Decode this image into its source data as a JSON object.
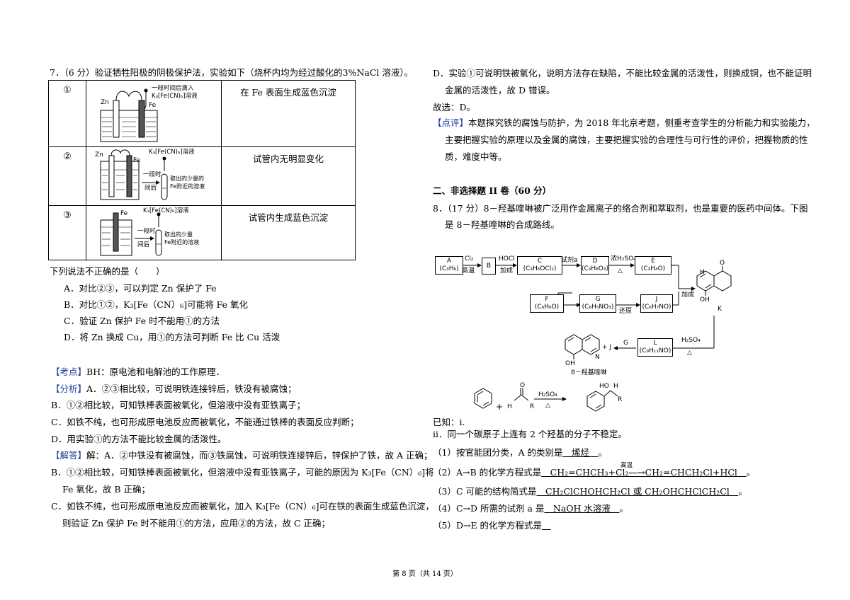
{
  "left": {
    "q7_title": "7．（6 分）验证牺牲阳极的阴极保护法，实验如下（烧杯内均为经过酸化的3%NaCl 溶液）。",
    "rows": [
      {
        "num": "①",
        "result": "在 Fe 表面生成蓝色沉淀"
      },
      {
        "num": "②",
        "result": "试管内无明显变化"
      },
      {
        "num": "③",
        "result": "试管内生成蓝色沉淀"
      }
    ],
    "fig1": {
      "zn": "Zn",
      "fe": "Fe",
      "drop1": "一段时间后滴入",
      "drop2": "K₃[Fe(CN)₆]溶液"
    },
    "fig2": {
      "zn": "Zn",
      "fe": "Fe",
      "reagent": "K₃[Fe(CN)₆]溶液",
      "arrow1": "一段时",
      "arrow2": "间后",
      "take1": "取出的少量的",
      "take2": "Fe附近的溶液"
    },
    "fig3": {
      "fe": "Fe",
      "reagent": "K₃[Fe(CN)₆]溶液",
      "arrow1": "一段时",
      "arrow2": "间后",
      "take1": "取出的少量",
      "take2": "Fe附近的溶液"
    },
    "question": "下列说法不正确的是（　　）",
    "opt_a": "A．对比②③，可以判定 Zn 保护了 Fe",
    "opt_b": "B．对比①②，K₃[Fe（CN）₆]可能将 Fe 氧化",
    "opt_c": "C．验证 Zn 保护 Fe 时不能用①的方法",
    "opt_d": "D．将 Zn 换成 Cu，用①的方法可判断 Fe 比 Cu 活泼",
    "kaodian_tag": "【考点】",
    "kaodian_text": "BH：原电池和电解池的工作原理．",
    "fenxi_tag": "【分析】",
    "fenxi_a": "A．②③相比较，可说明铁连接锌后，铁没有被腐蚀；",
    "fenxi_b": "B．①②相比较，可知铁棒表面被氧化，但溶液中没有亚铁离子；",
    "fenxi_c": "C．如铁不纯，也可形成原电池反应而被氧化，不能通过铁棒的表面反应判断；",
    "fenxi_d": "D．用实验①的方法不能比较金属的活泼性。",
    "jieda_tag": "【解答】",
    "jieda_a": "解：A．②中铁没有被腐蚀，而③铁腐蚀，可说明铁连接锌后，锌保护了铁，故 A 正确；",
    "jieda_b1": "B．①②相比较，可知铁棒表面被氧化，但溶液中没有亚铁离子，可能的原因为 K₃[Fe（CN）₆]将",
    "jieda_b2": "Fe 氧化，故 B 正确；",
    "jieda_c1": "C．如铁不纯，也可形成原电池反应而被氧化，加入 K₃[Fe（CN）₆]可在铁的表面生成蓝色沉淀，",
    "jieda_c2": "则验证 Zn 保护 Fe 时不能用①的方法，应用②的方法，故 C 正确；"
  },
  "right": {
    "d1": "D．实验①可说明铁被氧化，说明方法存在缺陷，不能比较金属的活泼性，则换成铜，也不能证明",
    "d2": "金属的活泼性，故 D 错误。",
    "answer": "故选：D。",
    "dianping_tag": "【点评】",
    "dianping1": "本题探究铁的腐蚀与防护，为 2018 年北京考题，侧重考查学生的分析能力和实验能力，",
    "dianping2": "主要把握实验的原理以及金属的腐蚀，主要把握实验的合理性与可行性的评价，把握物质的性",
    "dianping3": "质，难度中等。",
    "section": "二、非选择题 II 卷（60 分）",
    "q8_1": "8．（17 分）8－羟基喹啉被广泛用作金属离子的络合剂和萃取剂，也是重要的医药中间体。下图",
    "q8_2": "是 8－羟基喹啉的合成路线。",
    "flow": {
      "A": "A",
      "A_f": "(C₃H₆)",
      "B": "B",
      "C": "C",
      "C_f": "(C₃H₆OCl₂)",
      "D": "D",
      "D_f": "(C₃H₈O₃)",
      "E": "E",
      "E_f": "(C₃H₄O)",
      "F": "F",
      "F_f": "(C₆H₆O)",
      "G": "G",
      "G_f": "(C₆H₅NO₃)",
      "J": "J",
      "J_f": "(C₆H₇NO)",
      "L": "L",
      "L_f": "(C₉H₁₁NO)",
      "cl2": "Cl₂",
      "gaowen": "高温",
      "hocl": "HOCl",
      "jiacheng": "加成",
      "shiji": "试剂a",
      "h2so4": "浓H₂SO₄",
      "delta": "△",
      "jiacheng2": "加成",
      "huanyuan": "还原",
      "k": "K",
      "oh": "OH",
      "h": "H",
      "o": "O",
      "h2so4b": "H₂SO₄",
      "g_arrow": "G",
      "plus_j": "+ J",
      "product": "8－羟基喹啉",
      "prod_oh": "OH",
      "prod_n": "N"
    },
    "known_i": "已知：i.",
    "rxn_h2so4": "H₂SO₄",
    "rxn_delta": "△",
    "rxn_o": "O",
    "rxn_h": "H",
    "rxn_r": "R",
    "rxn_ho": "HO",
    "rxn_plus": "+",
    "known_ii": "ii．同一个碳原子上连有 2 个羟基的分子不稳定。",
    "s1_pre": "（1）按官能团分类，A 的类别是",
    "s1_ans": "　烯烃　",
    "s2_pre": "（2）A→B 的化学方程式是",
    "s2_ans": "　CH₂=CHCH₃+Cl₂⎯⎯→CH₂=CHCH₂Cl+HCl　",
    "s2_cond": "高温",
    "s3_pre": "（3）C 可能的结构简式是",
    "s3_ans": "　CH₂ClCHOHCH₂Cl 或 CH₂OHCHClCH₂Cl　",
    "s4_pre": "（4）C→D 所需的试剂 a 是",
    "s4_ans": "　NaOH 水溶液　",
    "s5_pre": "（5）D→E 的化学方程式是",
    "s5_ans": "　",
    "period": "。"
  },
  "footer": "第 8 页（共 14 页）"
}
